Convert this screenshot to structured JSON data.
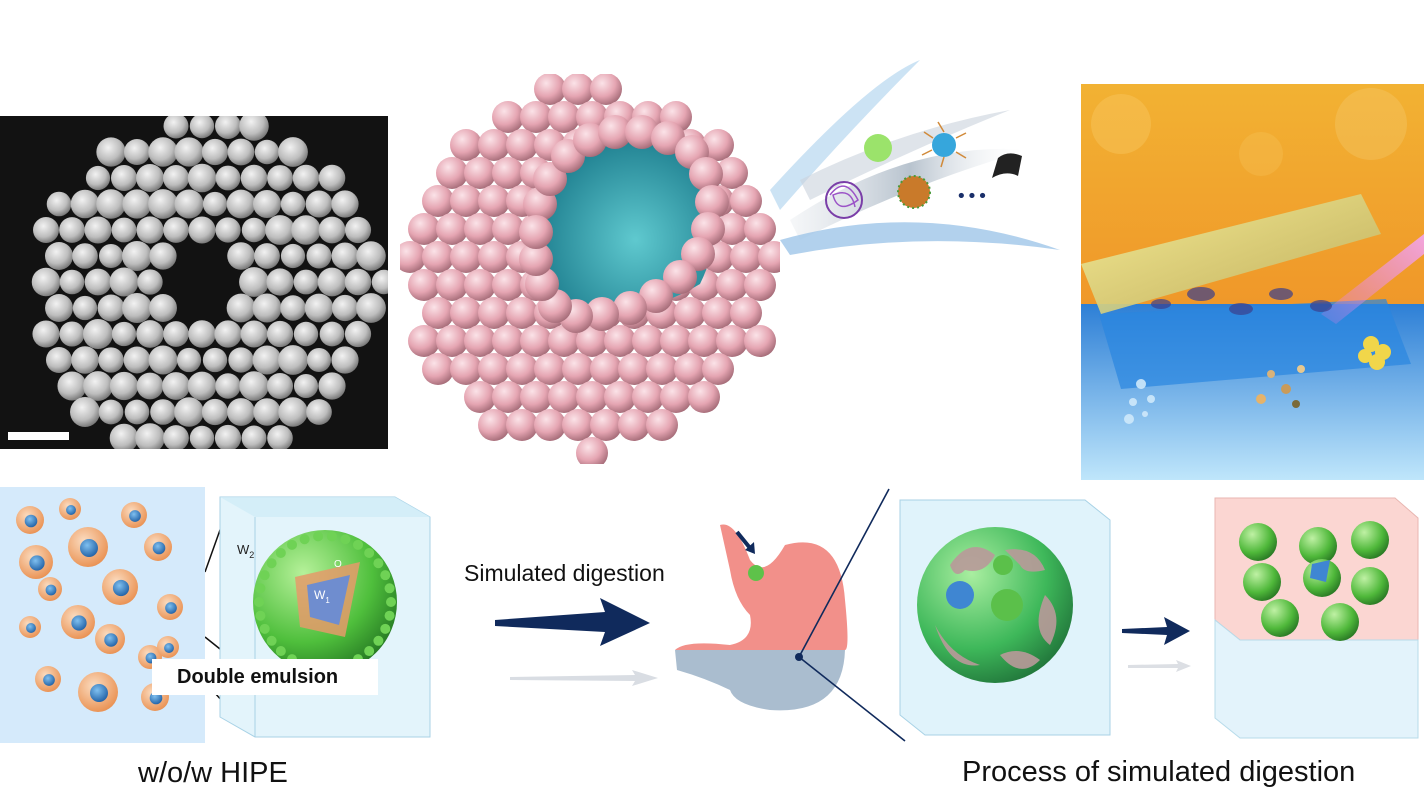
{
  "labels": {
    "simulated_digestion": "Simulated digestion",
    "double_emulsion": "Double emulsion",
    "hipe": "w/o/w HIPE",
    "process": "Process of simulated digestion",
    "w2": "W",
    "w2_sub": "2",
    "w1": "W",
    "w1_sub": "1",
    "o": "O",
    "ellipsis": "•••"
  },
  "colors": {
    "sem_bg": "#111111",
    "particle_pink": "#e8a9b4",
    "particle_green": "#5cc24a",
    "droplet_orange": "#f0b083",
    "droplet_blue": "#3a86c6",
    "arrow_navy": "#0f2a5a",
    "stomach_red": "#ef8e86",
    "stomach_gray": "#a9bccd",
    "panel_bg": "#dbeefc"
  },
  "icons": {
    "sem_image": "sem-micrograph",
    "pickering_sphere": "cutaway-colloidosome",
    "release_streams": "release-streams",
    "cover_art": "hydrogel-cover-art",
    "stomach": "stomach-icon"
  }
}
